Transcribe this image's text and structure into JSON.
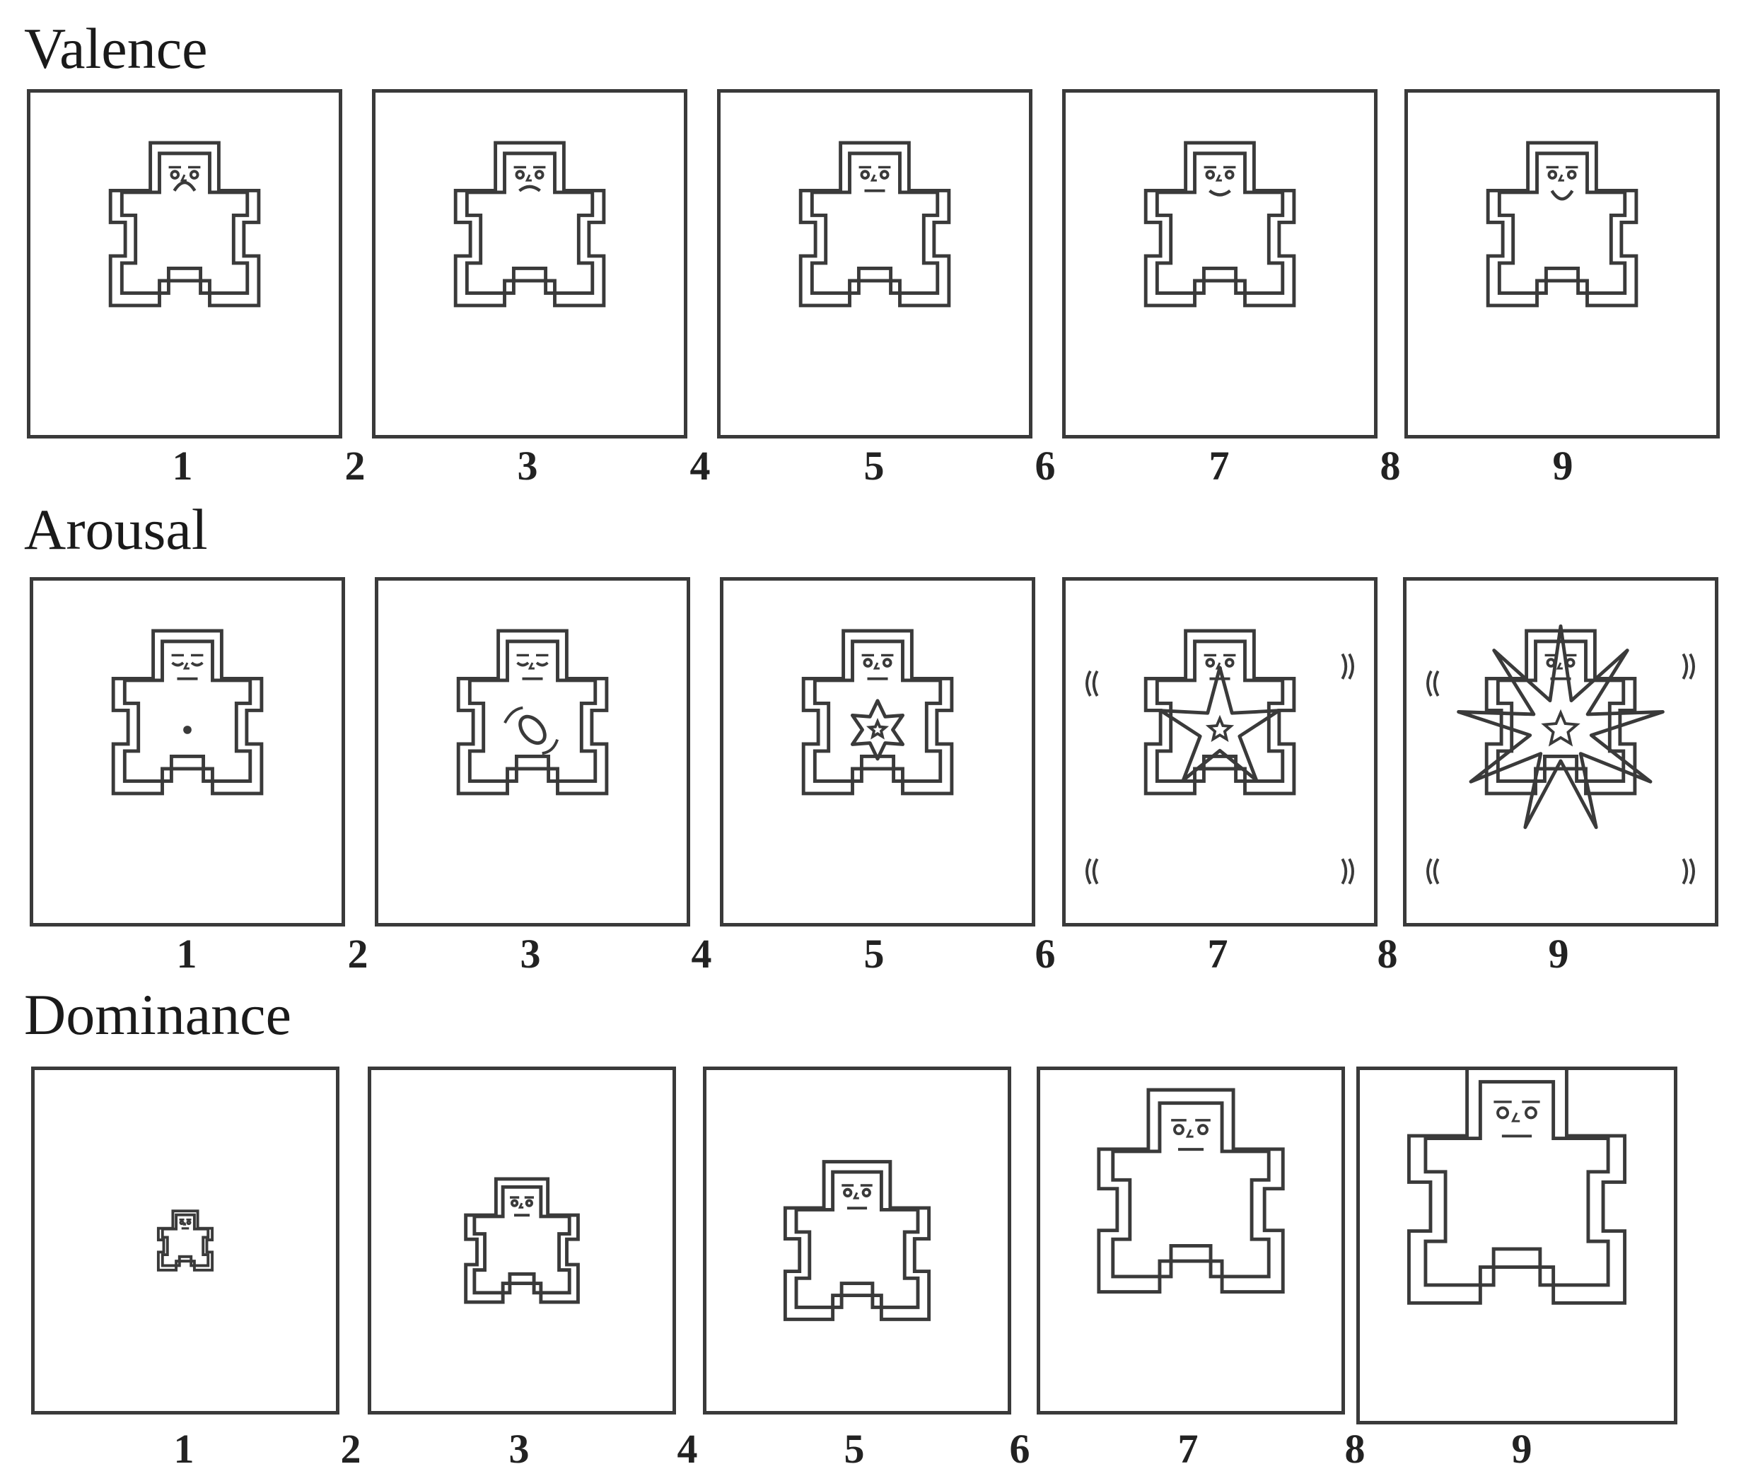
{
  "scales": [
    {
      "key": "valence",
      "title": "Valence",
      "pictures": [
        "1",
        "3",
        "5",
        "7",
        "9"
      ],
      "between": [
        "2",
        "4",
        "6",
        "8"
      ]
    },
    {
      "key": "arousal",
      "title": "Arousal",
      "pictures": [
        "1",
        "3",
        "5",
        "7",
        "9"
      ],
      "between": [
        "2",
        "4",
        "6",
        "8"
      ]
    },
    {
      "key": "dominance",
      "title": "Dominance",
      "pictures": [
        "1",
        "3",
        "5",
        "7",
        "9"
      ],
      "between": [
        "2",
        "4",
        "6",
        "8"
      ]
    }
  ],
  "icons": {
    "figure": "sam-manikin-icon",
    "arousal_burst": "explosion-icon"
  },
  "colors": {
    "line": "#3a3a3a",
    "background": "#ffffff"
  }
}
